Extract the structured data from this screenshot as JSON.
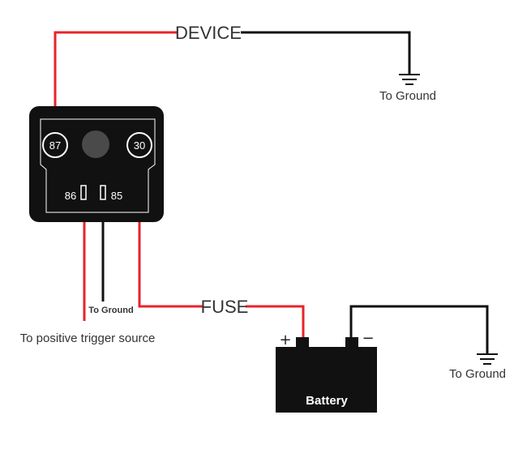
{
  "labels": {
    "device": "DEVICE",
    "fuse": "FUSE",
    "to_ground_top": "To Ground",
    "to_ground_relay": "To Ground",
    "to_ground_battery": "To Ground",
    "trigger_source": "To positive trigger source",
    "battery": "Battery",
    "plus": "+",
    "minus": "−"
  },
  "relay": {
    "pins": {
      "p87": "87",
      "p30": "30",
      "p86": "86",
      "p85": "85"
    }
  },
  "colors": {
    "positive_wire": "#e8232a",
    "ground_wire": "#111111",
    "component": "#111111",
    "text": "#333333"
  },
  "icons": [
    "ground-symbol-icon"
  ]
}
